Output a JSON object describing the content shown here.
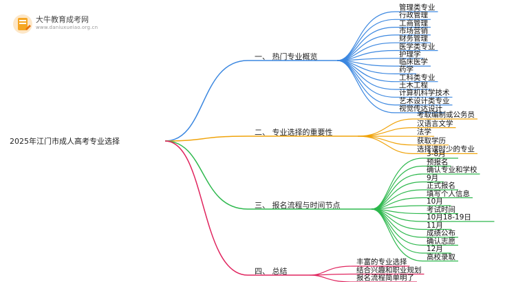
{
  "logo": {
    "name": "大牛教育成考网",
    "url": "www.daniuxueiao.org.cn",
    "icon": "pencil-logo-icon",
    "colors": {
      "orange": "#f5a623",
      "deep_orange": "#e8720c"
    }
  },
  "root": {
    "label": "2025年江门市成人高考专业选择"
  },
  "branches": [
    {
      "label": "一、 热门专业概览",
      "color": "#3b87e0",
      "children": [
        "管理类专业",
        "行政管理",
        "工商管理",
        "市场营销",
        "财务管理",
        "医学类专业",
        "护理学",
        "临床医学",
        "药学",
        "工科类专业",
        "土木工程",
        "计算机科学技术",
        "艺术设计类专业",
        "视觉传达设计"
      ]
    },
    {
      "label": "二、 专业选择的重要性",
      "color": "#f0a30a",
      "children": [
        "考取编制或公务员",
        "汉语言文学",
        "法学",
        "获取学历",
        "选择课时少的专业"
      ]
    },
    {
      "label": "三、 报名流程与时间节点",
      "color": "#2db84d",
      "children": [
        "3-8月",
        "预报名",
        "确认专业和学校",
        "9月",
        "正式报名",
        "填写个人信息",
        "10月",
        "考试时间",
        "10月18-19日",
        "11月",
        "成绩公布",
        "确认志愿",
        "12月",
        "高校录取"
      ]
    },
    {
      "label": "四、 总结",
      "color": "#e0245e",
      "children": [
        "丰富的专业选择",
        "结合兴趣和职业规划",
        "报名流程简单明了"
      ]
    }
  ]
}
